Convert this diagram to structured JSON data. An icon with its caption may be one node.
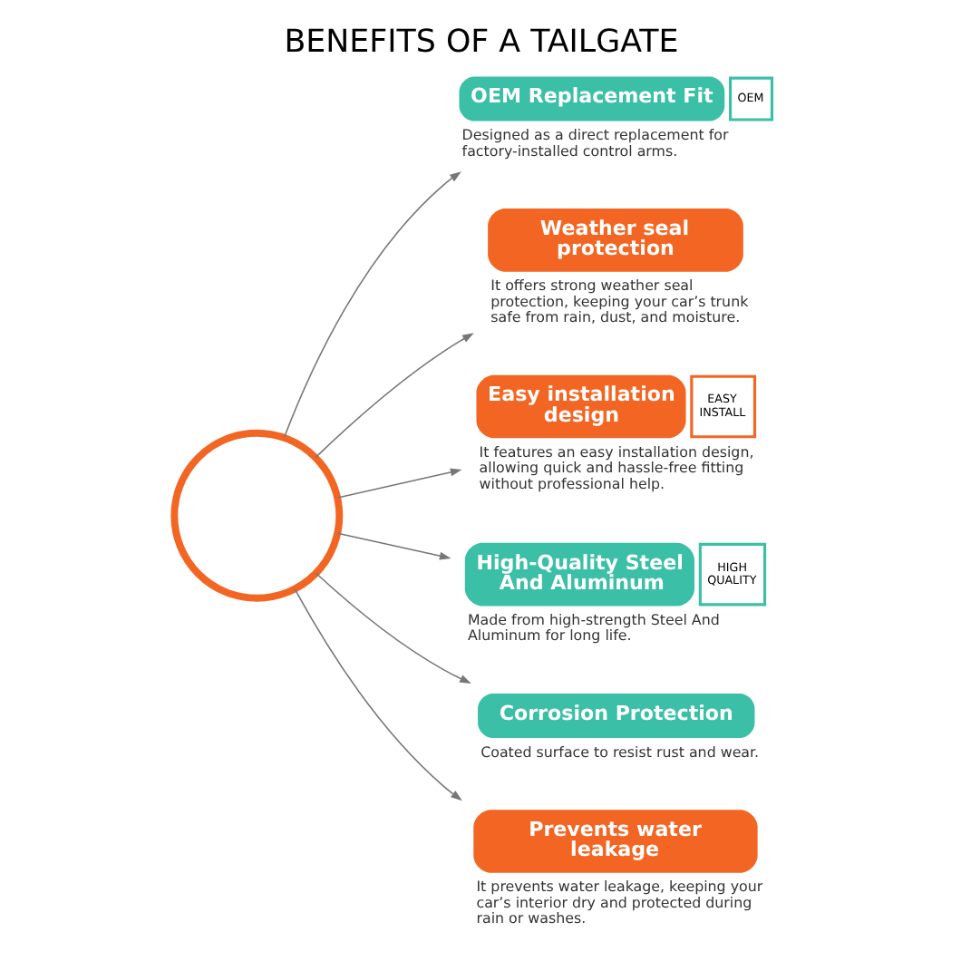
{
  "diagram": {
    "title": "BENEFITS OF A TAILGATE",
    "nodes": [
      {
        "text": [],
        "shape": "circle"
      },
      {
        "text": [
          "OEM Replacement Fit",
          "OEM"
        ],
        "beside": [
          "Designed as a direct replacement for factory-installed control arms."
        ]
      },
      {
        "text": [
          "Weather seal protection"
        ],
        "beside": [
          "It offers strong weather seal protection, keeping your car’s trunk safe from rain, dust, and moisture."
        ]
      },
      {
        "text": [
          "Easy installation design",
          "EASY INSTALL"
        ],
        "beside": [
          "It features an easy installation design, allowing quick and hassle-free fitting without professional help."
        ]
      },
      {
        "text": [
          "High-Quality Steel And Aluminum",
          "HIGH QUALITY"
        ],
        "beside": [
          "Made from high-strength Steel And Aluminum for long life."
        ]
      },
      {
        "text": [
          "Corrosion Protection"
        ],
        "beside": [
          "Coated surface to resist rust and wear."
        ]
      },
      {
        "text": [
          "Prevents water leakage"
        ],
        "beside": [
          "It prevents water leakage, keeping your car’s interior dry and protected during rain or washes."
        ]
      }
    ],
    "edges": [
      {
        "from": 0,
        "to": 1,
        "arrow": "to"
      },
      {
        "from": 0,
        "to": 2,
        "arrow": "to"
      },
      {
        "from": 0,
        "to": 3,
        "arrow": "to"
      },
      {
        "from": 0,
        "to": 4,
        "arrow": "to"
      },
      {
        "from": 0,
        "to": 5,
        "arrow": "to"
      },
      {
        "from": 0,
        "to": 6,
        "arrow": "to"
      }
    ]
  }
}
